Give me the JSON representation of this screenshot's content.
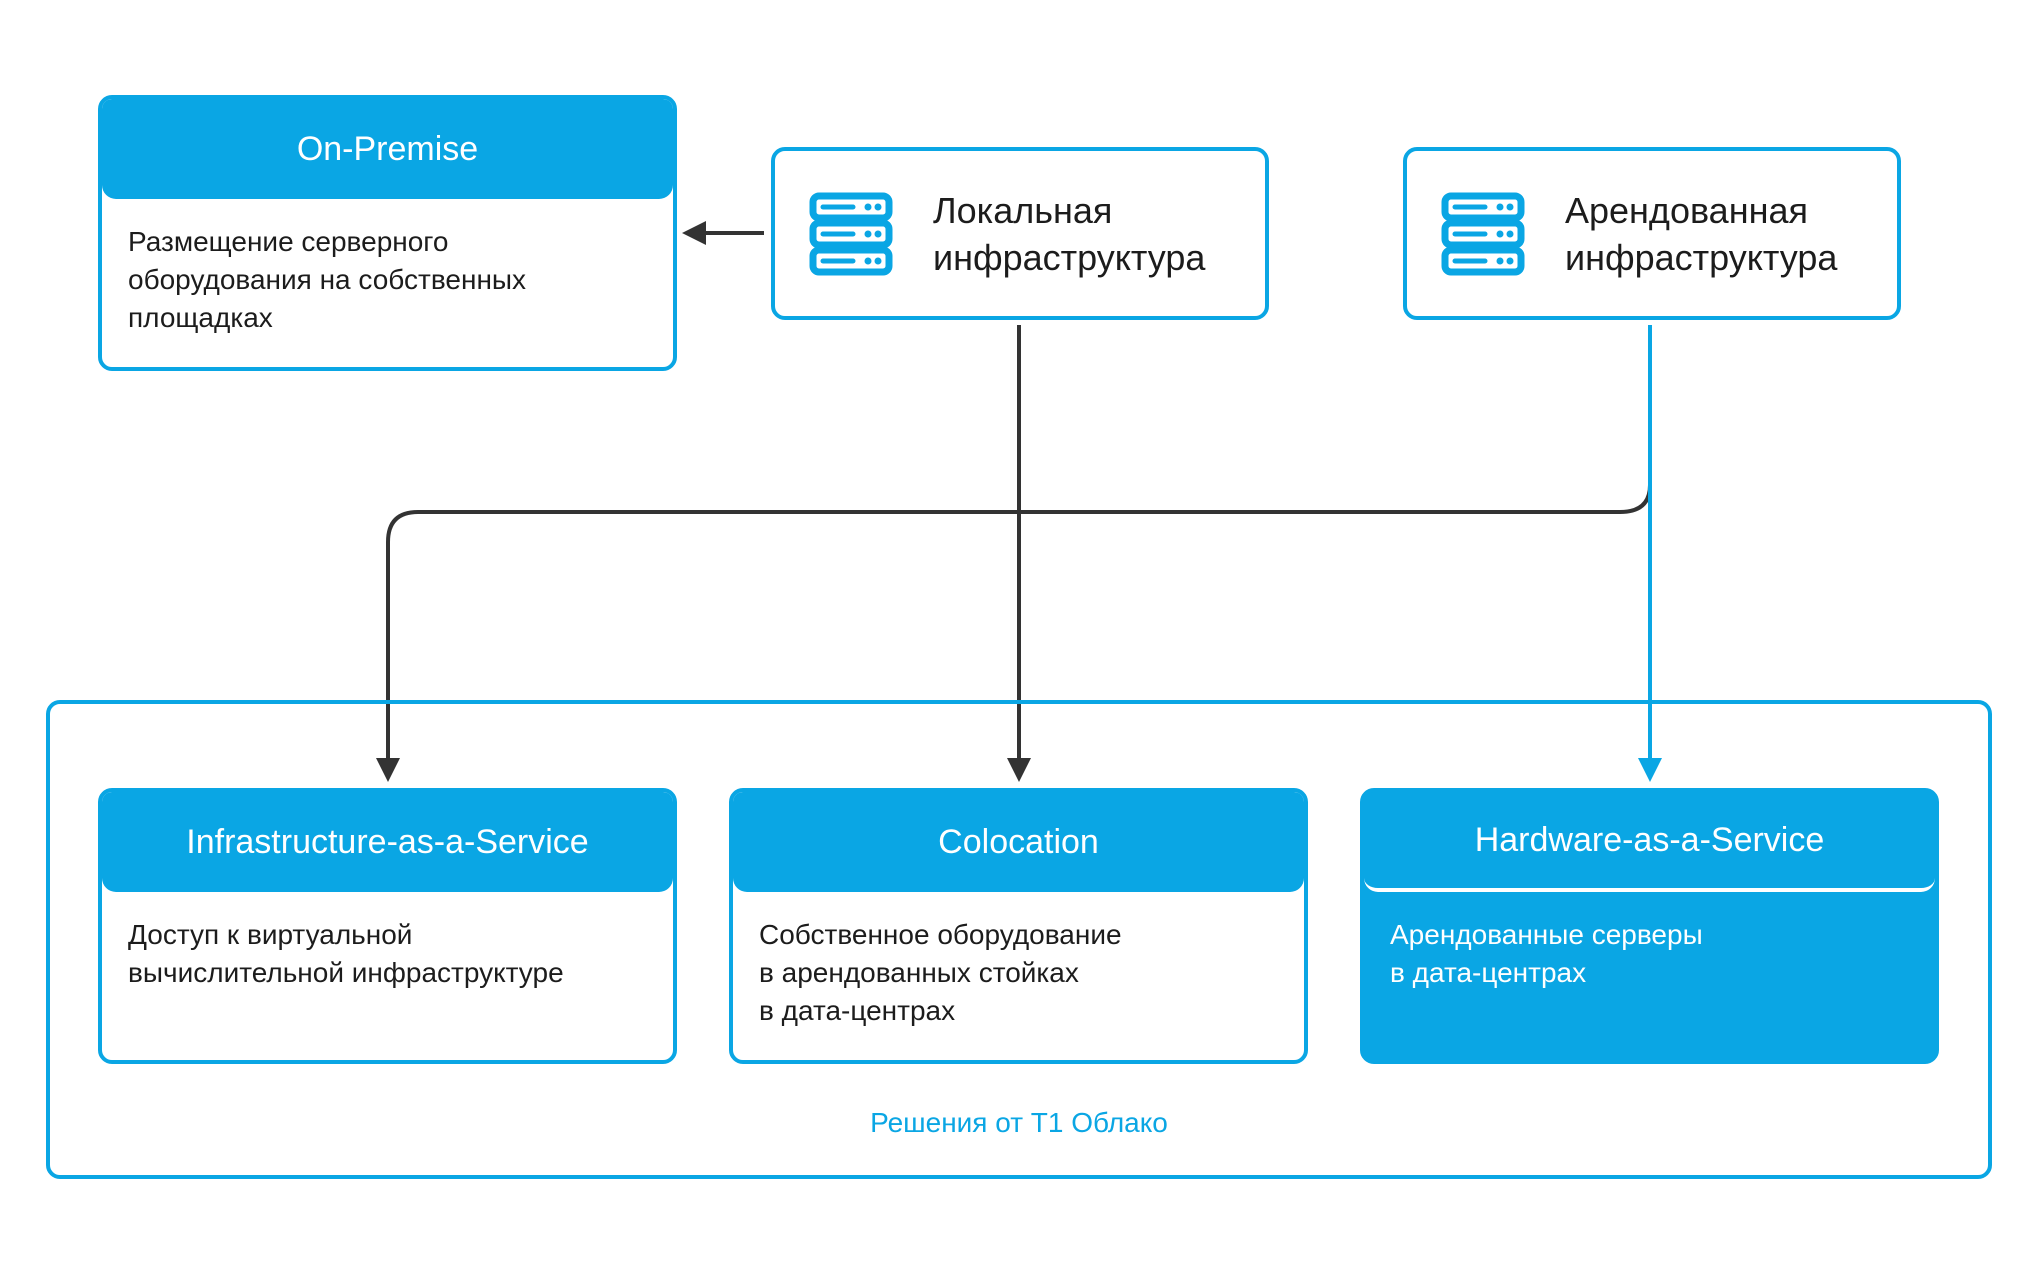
{
  "on_premise": {
    "title": "On-Premise",
    "description": "Размещение серверного\nоборудования на собственных\nплощадках"
  },
  "local_infra": {
    "label": "Локальная\nинфраструктура",
    "icon": "server-icon"
  },
  "rented_infra": {
    "label": "Арендованная\nинфраструктура",
    "icon": "server-icon"
  },
  "solutions": {
    "caption": "Решения от Т1 Облако",
    "cards": [
      {
        "title": "Infrastructure-as-a-Service",
        "description": "Доступ к виртуальной\nвычислительной инфраструктуре"
      },
      {
        "title": "Colocation",
        "description": "Собственное оборудование\nв арендованных стойках\nв дата-центрах"
      },
      {
        "title": "Hardware-as-a-Service",
        "description": "Арендованные серверы\nв дата-центрах"
      }
    ]
  },
  "colors": {
    "accent": "#0aa6e4",
    "arrow_dark": "#333333",
    "arrow_accent": "#0aa6e4",
    "text": "#1c1c1c"
  }
}
